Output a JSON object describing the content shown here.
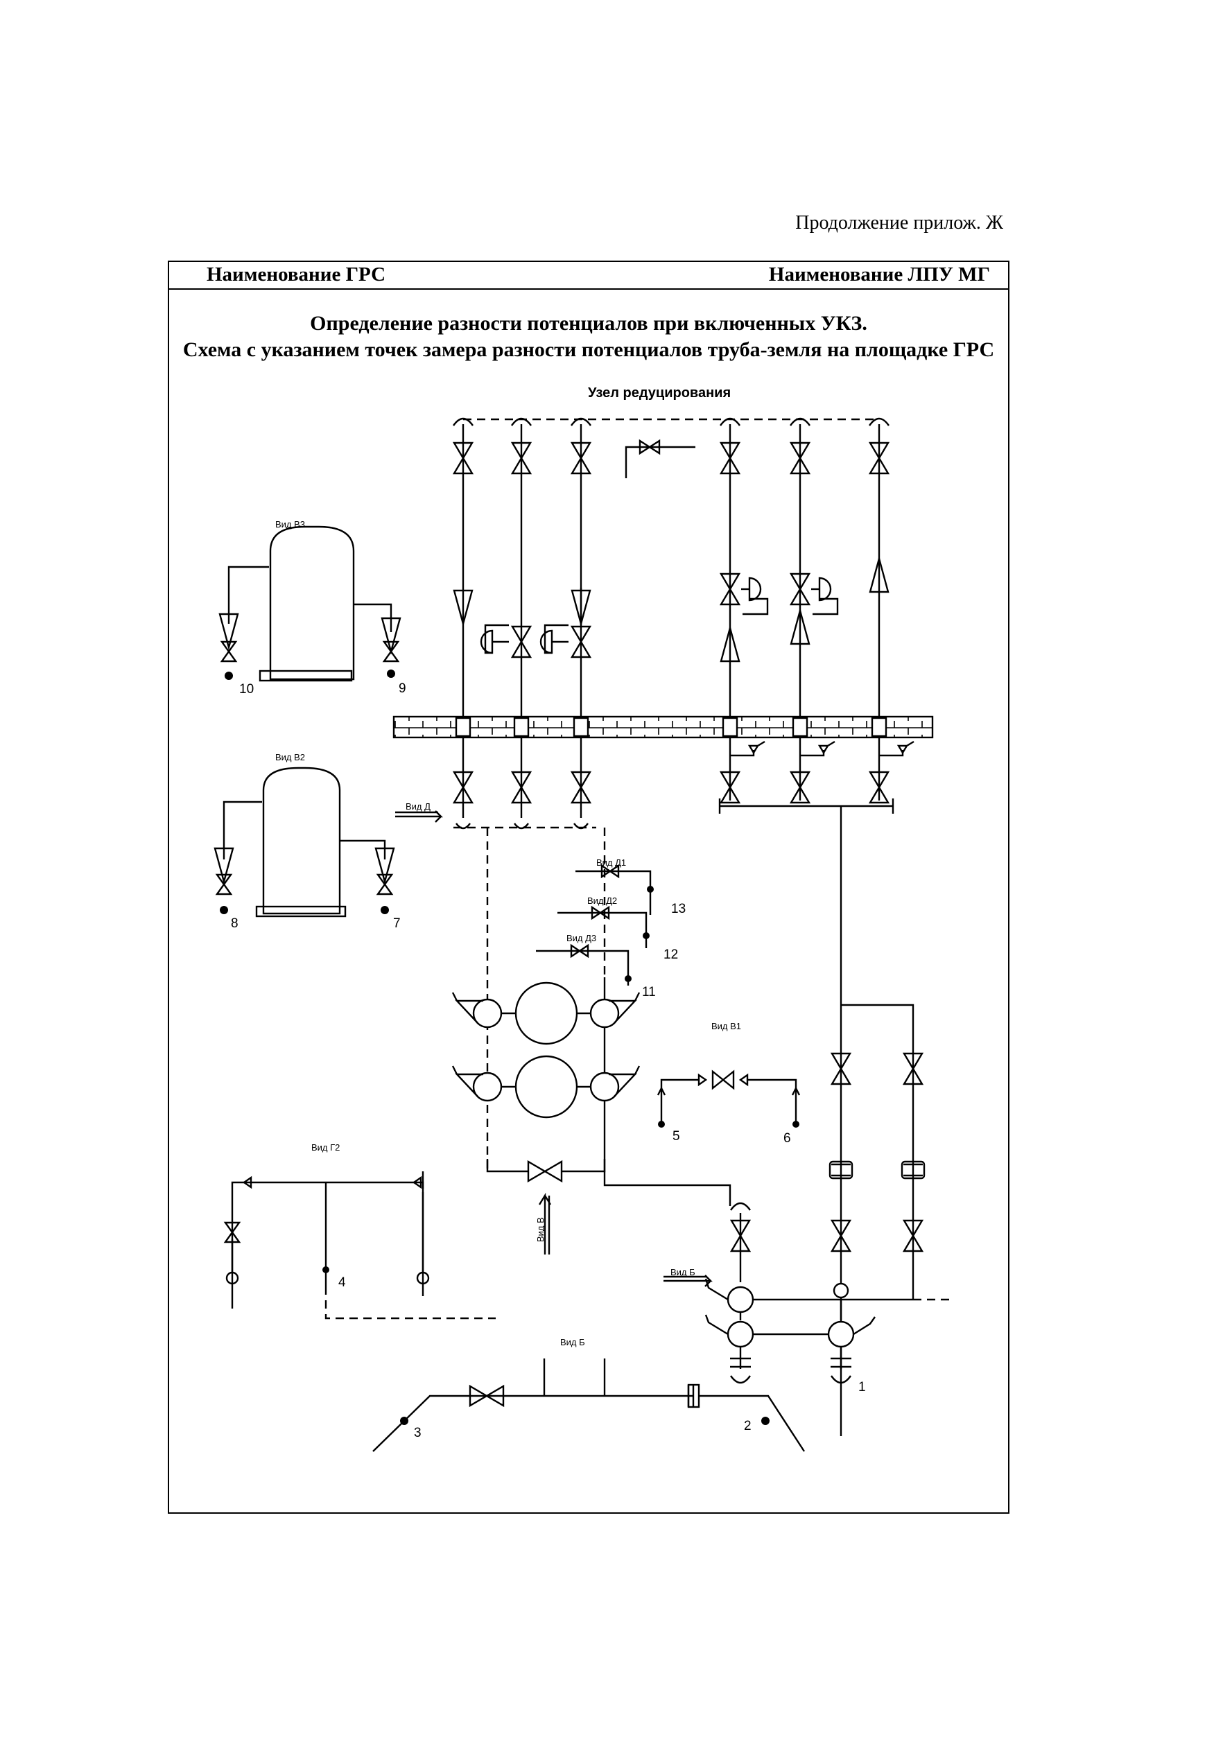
{
  "header": {
    "continuation": "Продолжение прилож. Ж",
    "grs_name_label": "Наименование ГРС",
    "lpu_name_label": "Наименование ЛПУ МГ"
  },
  "title": {
    "line1": "Определение разности потенциалов при включенных УКЗ.",
    "line2": "Схема с указанием точек замера разности потенциалов труба-земля на площадке ГРС"
  },
  "diagram": {
    "reduction_unit": "Узел редуцирования",
    "views": {
      "v3": "Вид В3",
      "v2": "Вид В2",
      "d": "Вид Д",
      "d1": "Вид Д1",
      "d2": "Вид Д2",
      "d3": "Вид Д3",
      "v1": "Вид В1",
      "g2": "Вид Г2",
      "v": "Вид В",
      "b_arrow": "Вид Б",
      "b": "Вид Б"
    },
    "points": {
      "p1": "1",
      "p2": "2",
      "p3": "3",
      "p4": "4",
      "p5": "5",
      "p6": "6",
      "p7": "7",
      "p8": "8",
      "p9": "9",
      "p10": "10",
      "p11": "11",
      "p12": "12",
      "p13": "13"
    }
  }
}
